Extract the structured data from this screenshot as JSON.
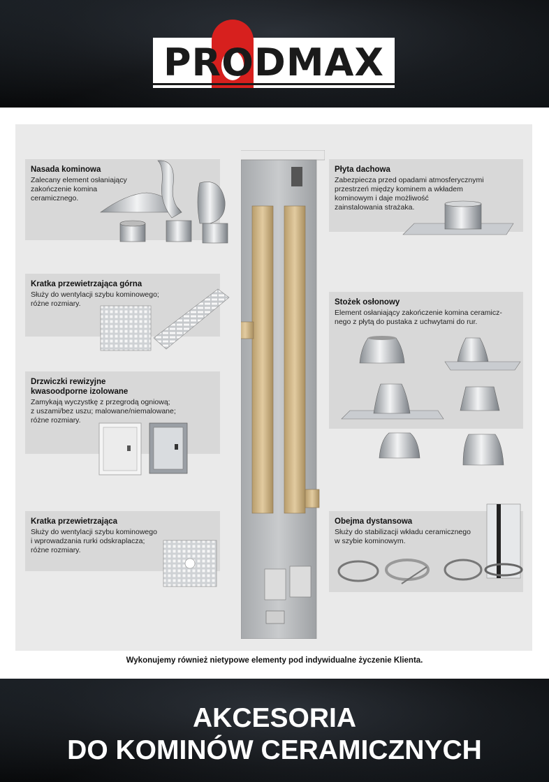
{
  "brand": {
    "logo_text": "PRODMAX",
    "accent": "#d7201e"
  },
  "sections": {
    "nasada": {
      "title": "Nasada kominowa",
      "desc": "Zalecany element osłaniający\nzakończenie komina\nceramicznego."
    },
    "kratka_gorna": {
      "title": "Kratka przewietrzająca górna",
      "desc": "Służy do wentylacji szybu kominowego;\nróżne rozmiary."
    },
    "drzwiczki": {
      "title": "Drzwiczki rewizyjne\nkwasoodporne izolowane",
      "desc": "Zamykają wyczystkę z przegrodą ogniową;\nz uszami/bez uszu; malowane/niemalowane;\nróżne rozmiary."
    },
    "kratka": {
      "title": "Kratka przewietrzająca",
      "desc": "Służy do wentylacji szybu kominowego\ni wprowadzania rurki odskraplacza;\nróżne rozmiary."
    },
    "plyta": {
      "title": "Płyta dachowa",
      "desc": "Zabezpiecza przed opadami atmosferycznymi\nprzestrzeń między kominem a wkładem\nkominowym i daje możliwość\nzainstalowania strażaka."
    },
    "stozek": {
      "title": "Stożek osłonowy",
      "desc": "Element osłaniający zakończenie komina ceramicz-\nnego z płytą do pustaka z uchwytami do rur."
    },
    "obejma": {
      "title": "Obejma dystansowa",
      "desc": "Służy do stabilizacji wkładu ceramicznego\nw szybie kominowym."
    }
  },
  "footer_note": "Wykonujemy również nietypowe elementy pod indywidualne życzenie Klienta.",
  "headline": {
    "line1": "AKCESORIA",
    "line2": "DO KOMINÓW CERAMICZNYCH"
  }
}
